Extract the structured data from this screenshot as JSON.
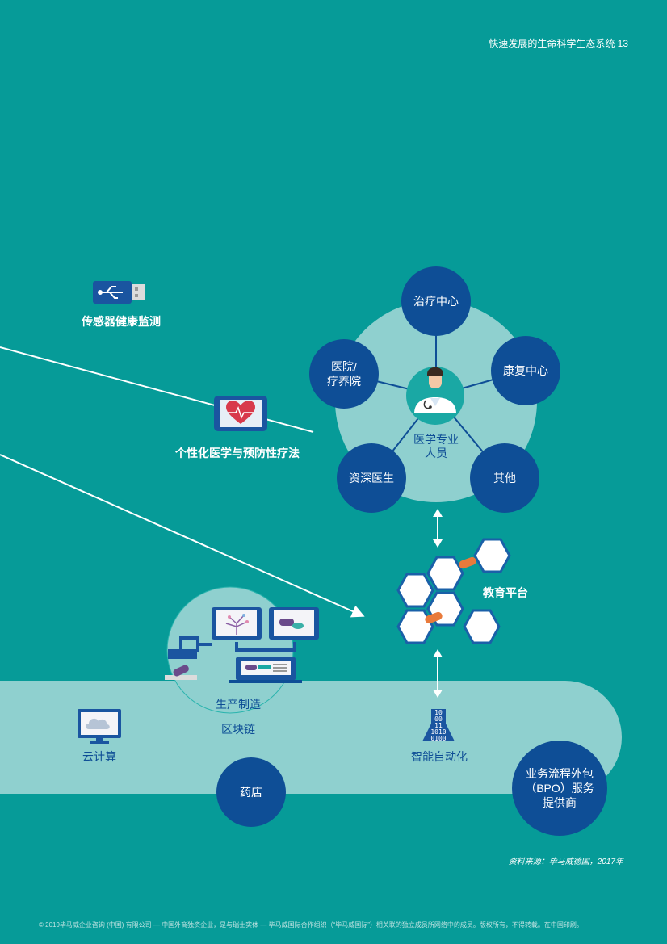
{
  "header": {
    "title": "快速发展的生命科学生态系统  13"
  },
  "labels": {
    "sensor": "传感器健康监测",
    "personalized": "个性化医学与预防性疗法",
    "manufacturing": "生产制造",
    "blockchain": "区块链",
    "cloud": "云计算",
    "automation": "智能自动化",
    "education": "教育平台"
  },
  "hub": {
    "center_line1": "医学专业",
    "center_line2": "人员",
    "nodes": {
      "treatment": "治疗中心",
      "rehab": "康复中心",
      "hospital_line1": "医院/",
      "hospital_line2": "疗养院",
      "senior_doctor": "资深医生",
      "other": "其他"
    }
  },
  "circles": {
    "pharmacy": "药店",
    "bpo_line1": "业务流程外包",
    "bpo_line2": "（BPO）服务",
    "bpo_line3": "提供商"
  },
  "automation_icon_text": [
    "10",
    "00",
    "11",
    "1010",
    "0100"
  ],
  "source": "资料来源：毕马威德国，2017年",
  "footer": "© 2019毕马威企业咨询 (中国) 有限公司 — 中国外商独资企业，是与瑞士实体 — 毕马威国际合作组织（“毕马威国际”）相关联的独立成员所网络中的成员。版权所有，不得转载。在中国印刷。",
  "colors": {
    "background": "#069b98",
    "band": "#8fd0cf",
    "hub_disc": "#8fd0cf",
    "node_blue": "#0e4e96",
    "accent_orange": "#e97a3b",
    "heart_red": "#d8394b"
  }
}
